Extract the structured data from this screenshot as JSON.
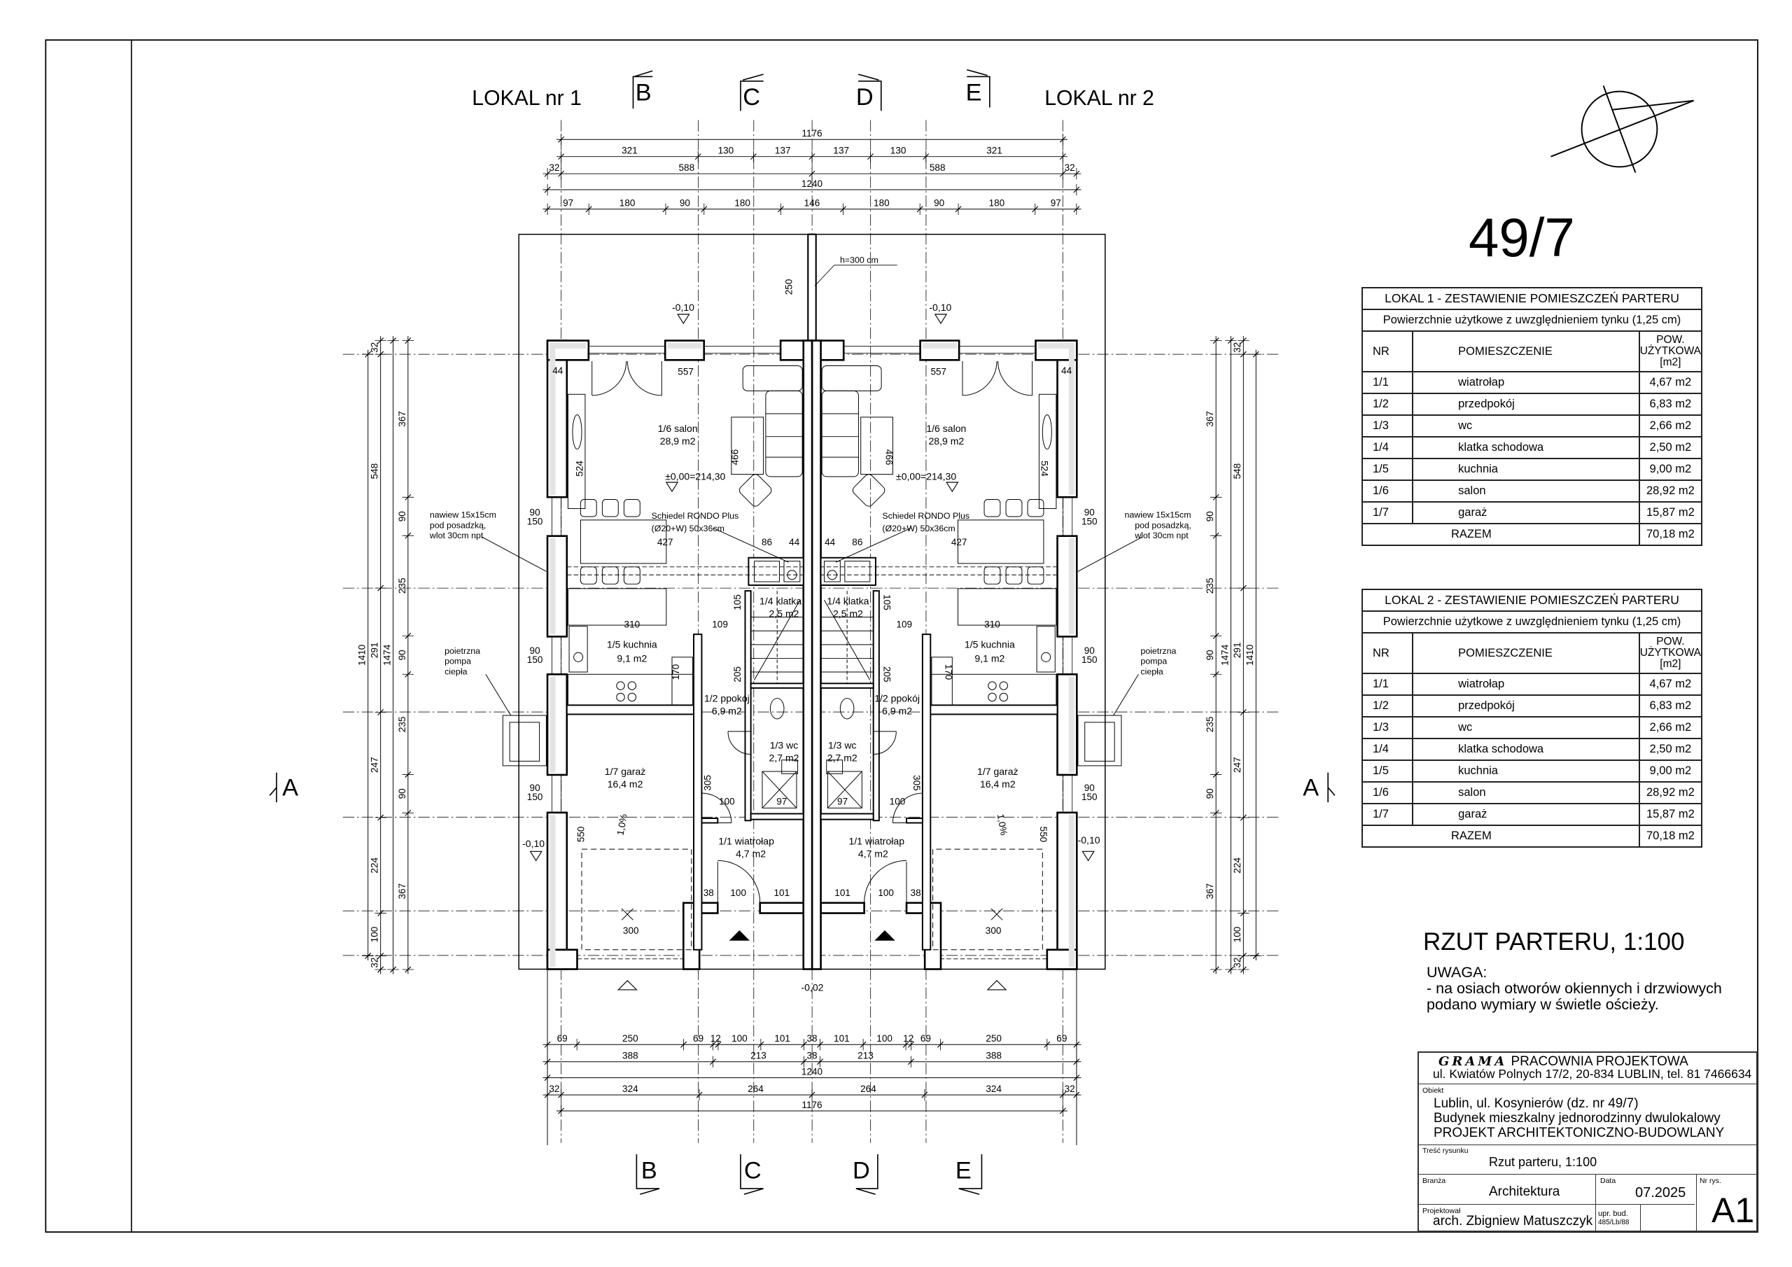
{
  "header": {
    "lokal1": "LOKAL nr 1",
    "lokal2": "LOKAL nr 2"
  },
  "sections": {
    "A": "A",
    "B": "B",
    "C": "C",
    "D": "D",
    "E": "E"
  },
  "plot_number": "49/7",
  "dimensions": {
    "top": [
      [
        1176
      ],
      [
        321,
        130,
        137,
        137,
        130,
        321
      ],
      [
        32,
        588,
        588,
        32
      ],
      [
        1240
      ],
      [
        97,
        180,
        90,
        180,
        146,
        180,
        90,
        180,
        97
      ]
    ],
    "bottom": [
      [
        69,
        250,
        69,
        12,
        100,
        101,
        38,
        101,
        100,
        12,
        69,
        250,
        69
      ],
      [
        388,
        213,
        38,
        213,
        388
      ],
      [
        1240
      ],
      [
        32,
        324,
        264,
        264,
        324,
        32
      ],
      [
        1176
      ]
    ],
    "side": [
      [
        1410
      ],
      [
        32,
        548,
        291,
        247,
        224,
        100,
        32
      ],
      [
        1474
      ],
      [
        367,
        90,
        235,
        90,
        235,
        90,
        367
      ]
    ]
  },
  "plan": {
    "rooms": [
      {
        "name": "1/6 salon",
        "area": "28,9 m2"
      },
      {
        "name": "1/5 kuchnia",
        "area": "9,1 m2"
      },
      {
        "name": "1/4 klatka",
        "area": "2,5 m2"
      },
      {
        "name": "1/2 ppokój",
        "area": "6,9 m2"
      },
      {
        "name": "1/3 wc",
        "area": "2,7 m2"
      },
      {
        "name": "1/7 garaż",
        "area": "16,4 m2"
      },
      {
        "name": "1/1 wiatrołap",
        "area": "4,7 m2"
      }
    ],
    "levels": {
      "terrace": "-0,10",
      "floor": "±0,00=214,30",
      "garage": "-0,10",
      "entrance": "-0,02"
    },
    "notes": {
      "chimney": [
        "Schiedel RONDO Plus",
        "(Ø20+W) 50x36cm"
      ],
      "vent": [
        "nawiew 15x15cm",
        "pod posadzką,",
        "wlot 30cm npt"
      ],
      "heat_pump": [
        "poietrzna",
        "pompa",
        "ciepła"
      ],
      "fence": "h=300 cm",
      "fence_len": "250"
    },
    "dims": [
      "557",
      "44",
      "427",
      "86",
      "44",
      "310",
      "109",
      "524",
      "466",
      "305",
      "550",
      "170",
      "205",
      "105",
      "100",
      "97",
      "38",
      "100",
      "101",
      "300",
      "1,0%",
      "90",
      "150"
    ]
  },
  "tables": [
    {
      "title": "LOKAL 1 - ZESTAWIENIE POMIESZCZEŃ PARTERU",
      "subtitle": "Powierzchnie użytkowe z uwzględnieniem tynku (1,25 cm)",
      "headers": {
        "nr": "NR",
        "name": "POMIESZCZENIE",
        "area": [
          "POW.",
          "UŻYTKOWA",
          "[m2]"
        ]
      },
      "rows": [
        [
          "1/1",
          "wiatrołap",
          "4,67 m2"
        ],
        [
          "1/2",
          "przedpokój",
          "6,83 m2"
        ],
        [
          "1/3",
          "wc",
          "2,66 m2"
        ],
        [
          "1/4",
          "klatka schodowa",
          "2,50 m2"
        ],
        [
          "1/5",
          "kuchnia",
          "9,00 m2"
        ],
        [
          "1/6",
          "salon",
          "28,92 m2"
        ],
        [
          "1/7",
          "garaż",
          "15,87 m2"
        ]
      ],
      "total_label": "RAZEM",
      "total": "70,18 m2"
    },
    {
      "title": "LOKAL 2 - ZESTAWIENIE POMIESZCZEŃ PARTERU",
      "subtitle": "Powierzchnie użytkowe z uwzględnieniem tynku (1,25 cm)",
      "headers": {
        "nr": "NR",
        "name": "POMIESZCZENIE",
        "area": [
          "POW.",
          "UŻYTKOWA",
          "[m2]"
        ]
      },
      "rows": [
        [
          "1/1",
          "wiatrołap",
          "4,67 m2"
        ],
        [
          "1/2",
          "przedpokój",
          "6,83 m2"
        ],
        [
          "1/3",
          "wc",
          "2,66 m2"
        ],
        [
          "1/4",
          "klatka schodowa",
          "2,50 m2"
        ],
        [
          "1/5",
          "kuchnia",
          "9,00 m2"
        ],
        [
          "1/6",
          "salon",
          "28,92 m2"
        ],
        [
          "1/7",
          "garaż",
          "15,87 m2"
        ]
      ],
      "total_label": "RAZEM",
      "total": "70,18 m2"
    }
  ],
  "drawing_title": "RZUT PARTERU, 1:100",
  "note": {
    "title": "UWAGA:",
    "lines": [
      "- na osiach otworów okiennych i drzwiowych",
      "podano wymiary w świetle ościeży."
    ]
  },
  "title_block": {
    "firm_logo": "GRAMA",
    "firm_name": "PRACOWNIA PROJEKTOWA",
    "firm_address": "ul. Kwiatów Polnych 17/2, 20-834 LUBLIN, tel. 81 7466634",
    "object_label": "Obiekt",
    "object_lines": [
      "Lublin, ul. Kosynierów (dz. nr 49/7)",
      "Budynek mieszkalny jednorodzinny dwulokalowy",
      "PROJEKT ARCHITEKTONICZNO-BUDOWLANY"
    ],
    "content_label": "Treść rysunku",
    "content": "Rzut parteru, 1:100",
    "branch_label": "Branża",
    "branch": "Architektura",
    "date_label": "Data",
    "date": "07.2025",
    "number_label": "Nr rys.",
    "number": "A1",
    "designer_label": "Projektował",
    "designer": "arch. Zbigniew Matuszczyk",
    "license": [
      "upr. bud.",
      "485/Lb/88"
    ]
  }
}
